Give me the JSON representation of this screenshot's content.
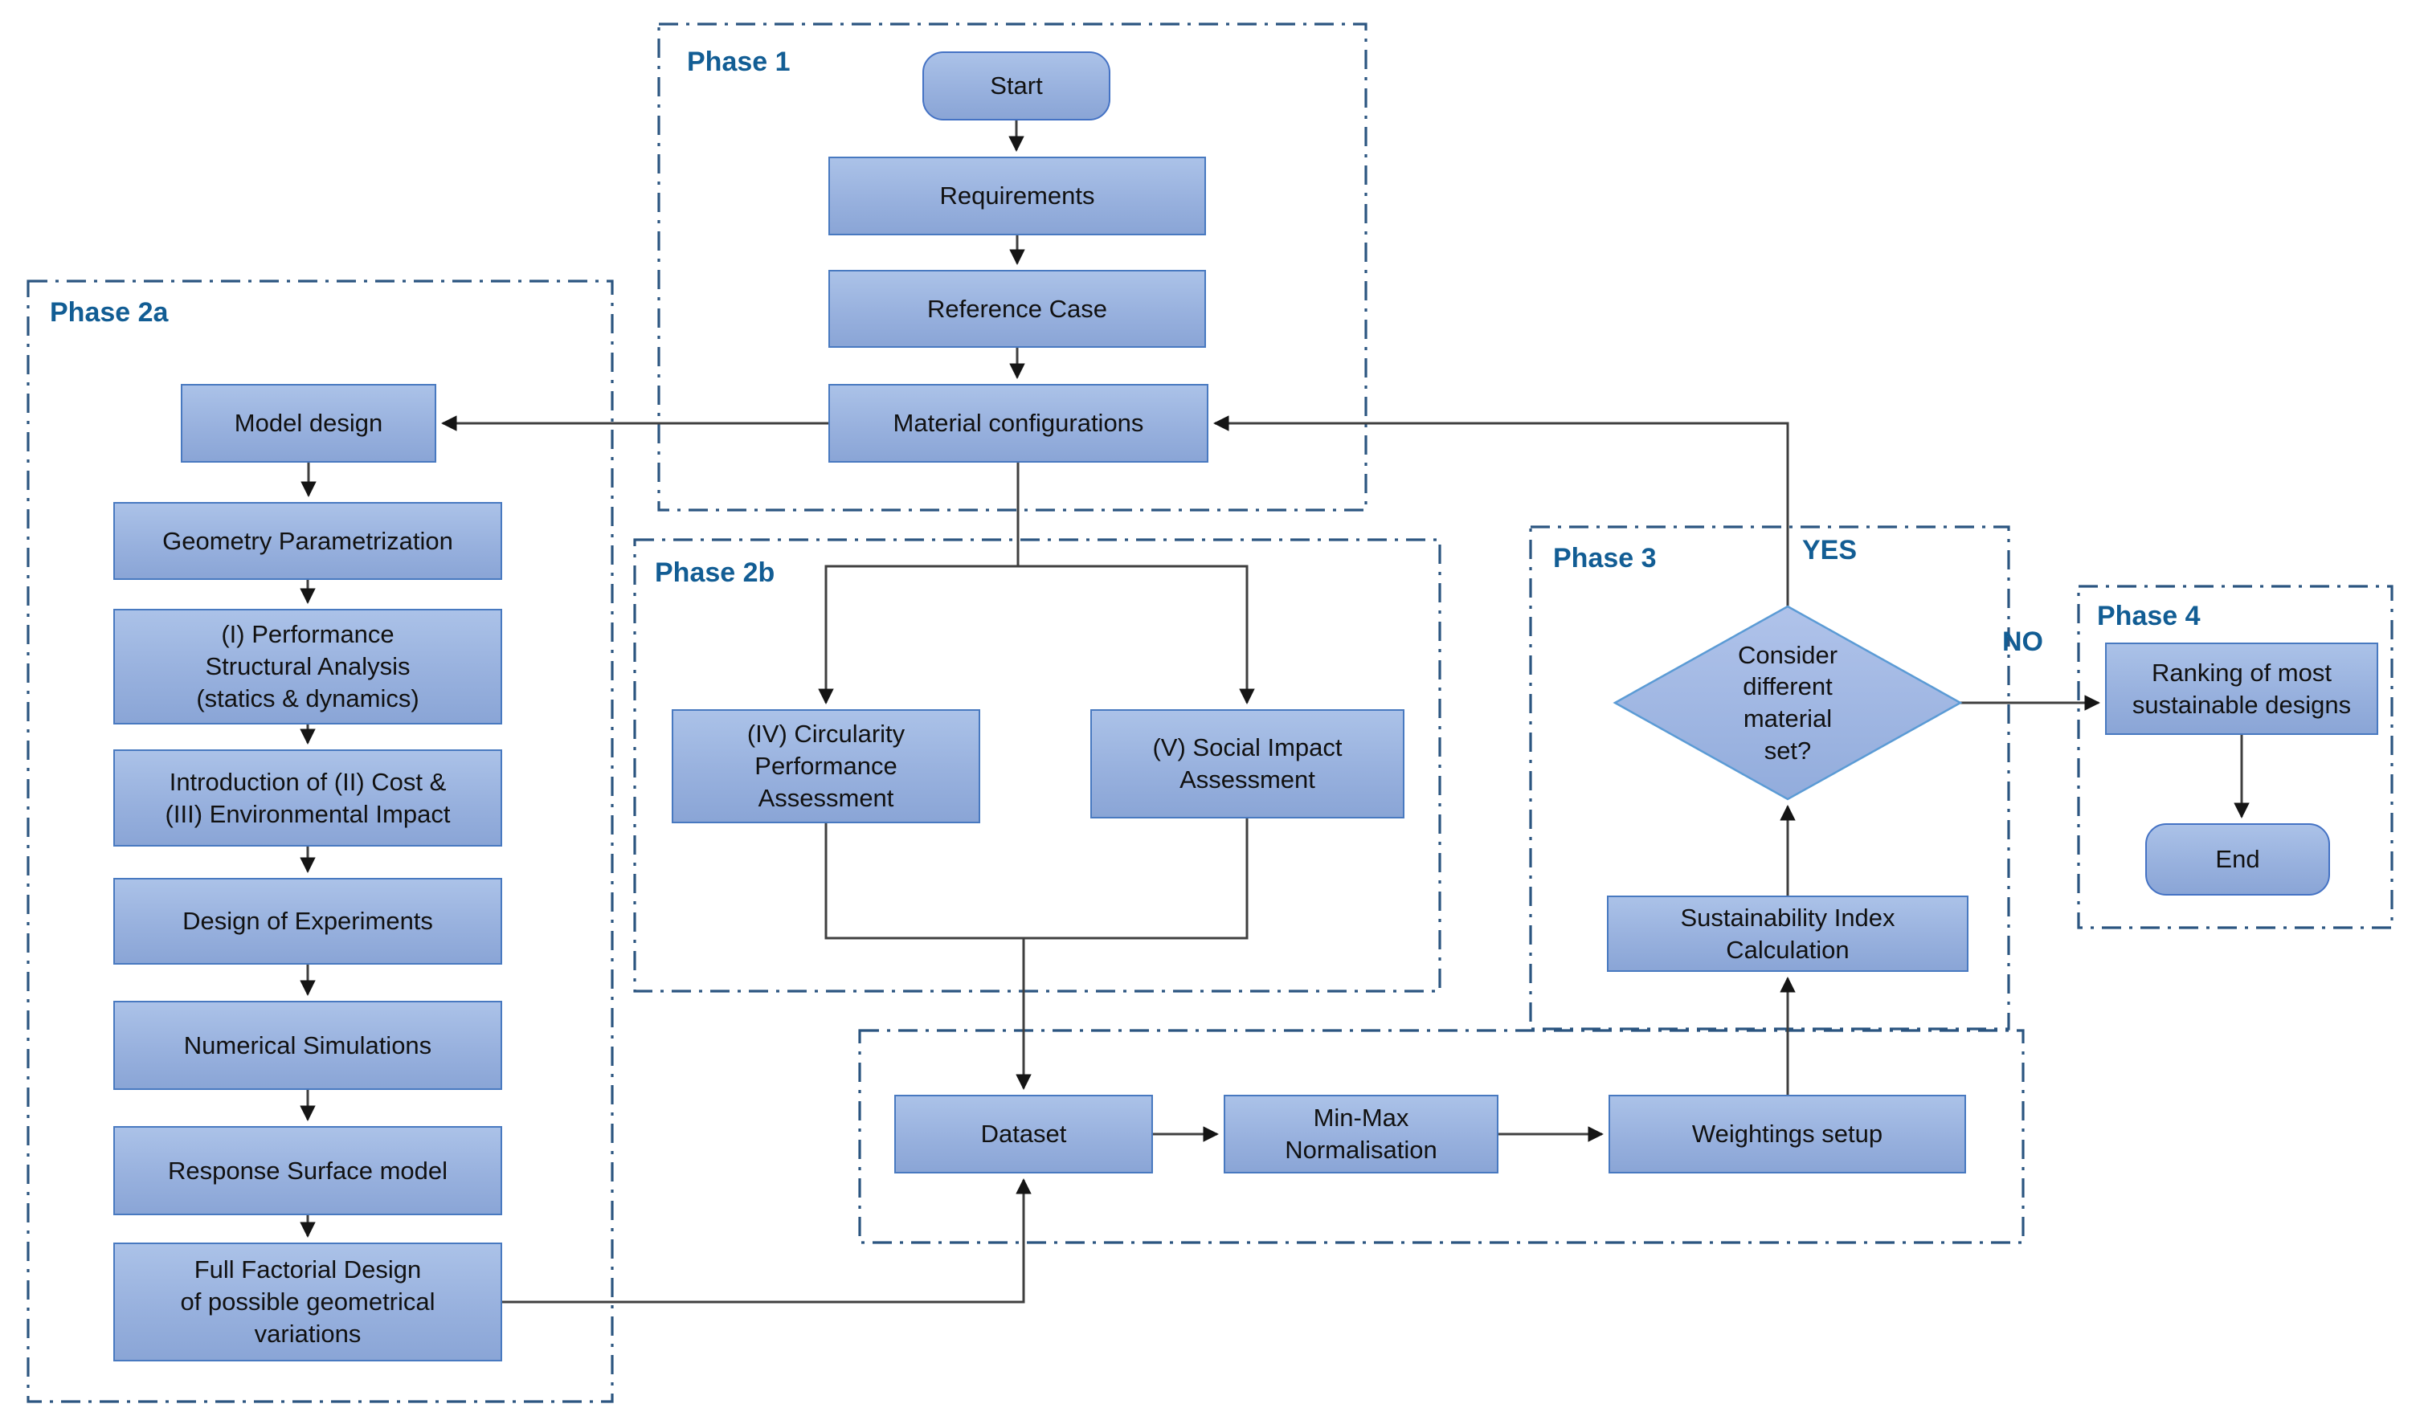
{
  "colors": {
    "box_top": "#abc2e8",
    "box_bottom": "#8aa5d6",
    "box_border": "#4879c0",
    "diamond_border": "#5b9bd5",
    "line": "#3f3f3f",
    "phase_border": "#2b5580",
    "phase_label": "#125d94"
  },
  "phases": {
    "p1": {
      "label": "Phase 1"
    },
    "p2a": {
      "label": "Phase 2a"
    },
    "p2b": {
      "label": "Phase 2b"
    },
    "p3": {
      "label": "Phase 3"
    },
    "p4": {
      "label": "Phase 4"
    }
  },
  "branch": {
    "yes": "YES",
    "no": "NO"
  },
  "nodes": {
    "start": {
      "label": "Start"
    },
    "requirements": {
      "label": "Requirements"
    },
    "reference": {
      "label": "Reference Case"
    },
    "material": {
      "label": "Material configurations"
    },
    "model": {
      "label": "Model design"
    },
    "geometry": {
      "label": "Geometry Parametrization"
    },
    "performance": {
      "label": "(I) Performance\nStructural Analysis\n(statics & dynamics)"
    },
    "introduction": {
      "label": "Introduction of (II) Cost &\n(III) Environmental Impact"
    },
    "doe": {
      "label": "Design of Experiments"
    },
    "numsim": {
      "label": "Numerical Simulations"
    },
    "rsm": {
      "label": "Response Surface model"
    },
    "fullfact": {
      "label": "Full Factorial Design\nof possible geometrical\nvariations"
    },
    "circularity": {
      "label": "(IV) Circularity\nPerformance\nAssessment"
    },
    "social": {
      "label": "(V) Social Impact\nAssessment"
    },
    "dataset": {
      "label": "Dataset"
    },
    "minmax": {
      "label": "Min-Max\nNormalisation"
    },
    "weightings": {
      "label": "Weightings setup"
    },
    "sic": {
      "label": "Sustainability Index\nCalculation"
    },
    "decision": {
      "label": "Consider\ndifferent\nmaterial\nset?"
    },
    "ranking": {
      "label": "Ranking of most\nsustainable designs"
    },
    "end": {
      "label": "End"
    }
  }
}
